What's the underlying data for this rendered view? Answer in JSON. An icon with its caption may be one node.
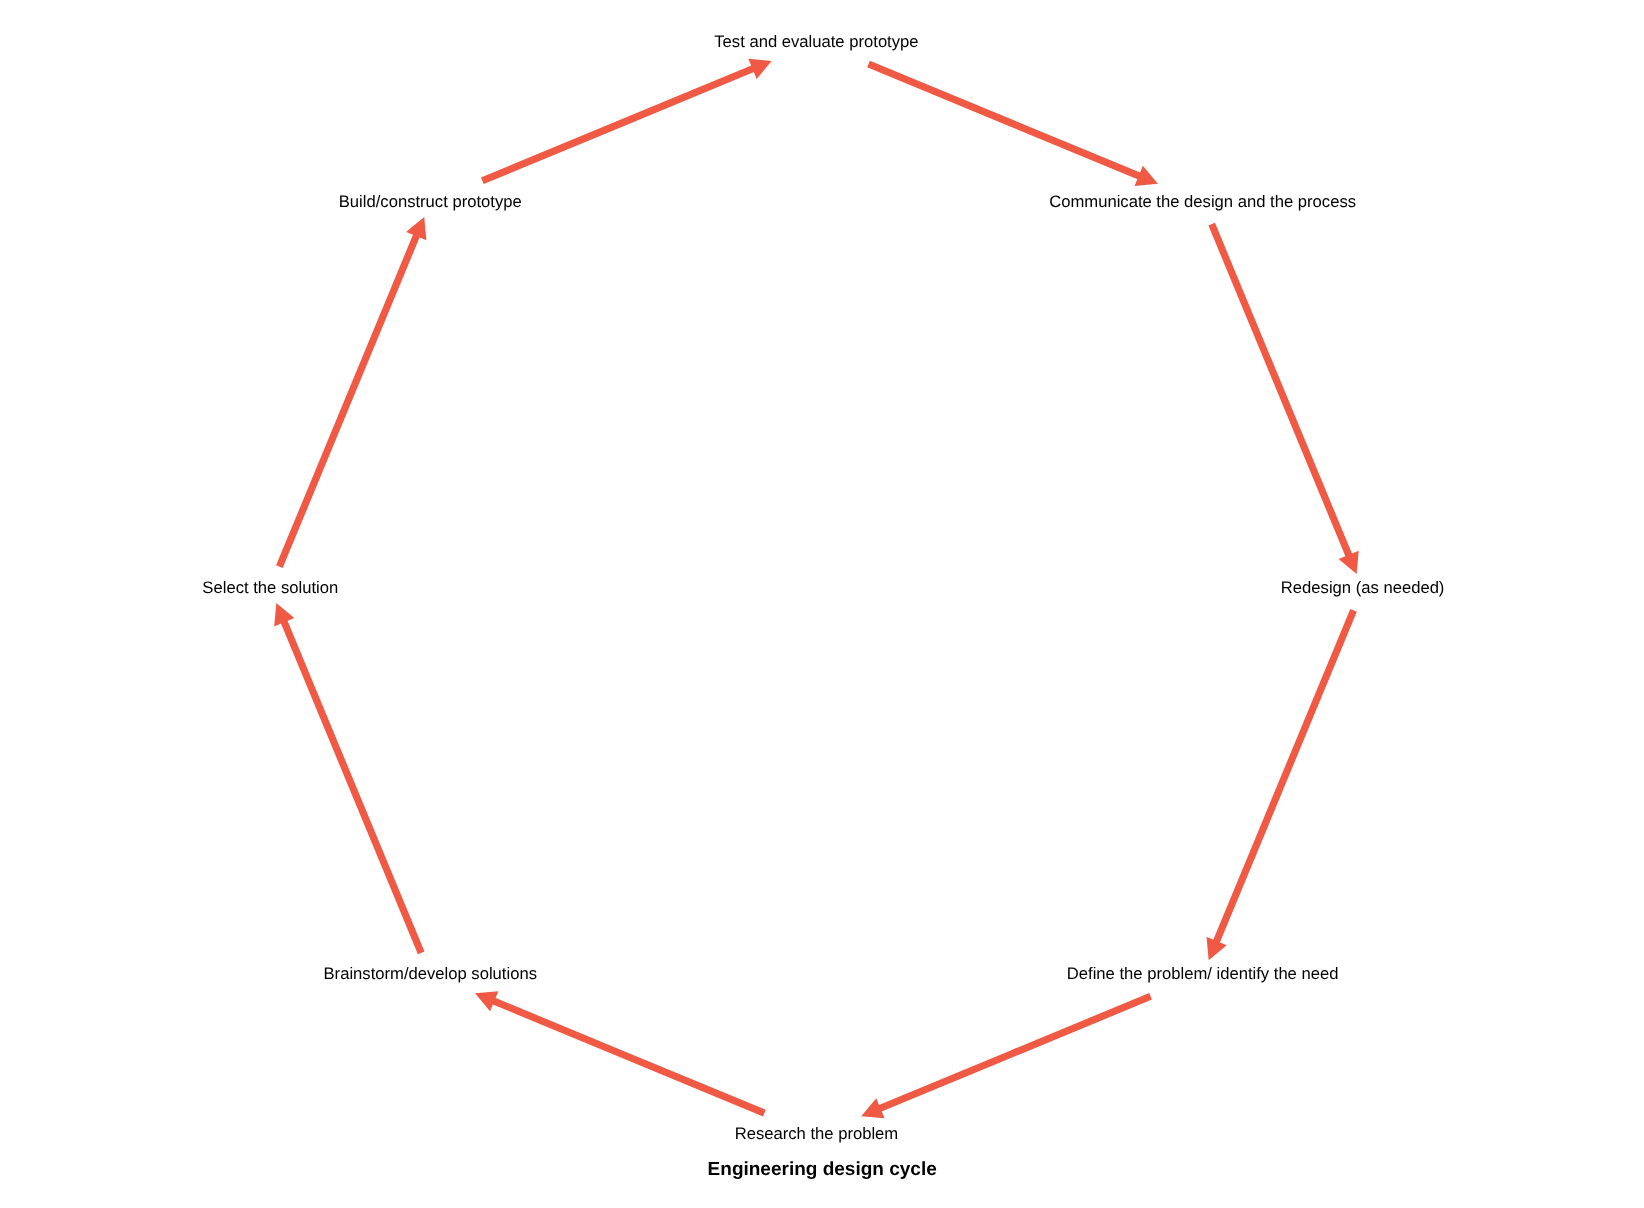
{
  "diagram": {
    "title": "Engineering design cycle",
    "nodes": [
      {
        "text": [
          "Define the problem/ identify the need"
        ]
      },
      {
        "text": [
          "Research the problem"
        ]
      },
      {
        "text": [
          "Brainstorm/develop solutions"
        ]
      },
      {
        "text": [
          "Select the solution"
        ]
      },
      {
        "text": [
          "Build/construct prototype"
        ]
      },
      {
        "text": [
          "Test and evaluate prototype"
        ]
      },
      {
        "text": [
          "Communicate the design and the process"
        ]
      },
      {
        "text": [
          "Redesign (as needed)"
        ]
      }
    ],
    "edges": [
      {
        "from": 0,
        "to": 1,
        "arrow": "to"
      },
      {
        "from": 1,
        "to": 2,
        "arrow": "to"
      },
      {
        "from": 2,
        "to": 3,
        "arrow": "to"
      },
      {
        "from": 3,
        "to": 4,
        "arrow": "to"
      },
      {
        "from": 4,
        "to": 5,
        "arrow": "to"
      },
      {
        "from": 5,
        "to": 6,
        "arrow": "to"
      },
      {
        "from": 6,
        "to": 7,
        "arrow": "to"
      },
      {
        "from": 7,
        "to": 0,
        "arrow": "to"
      }
    ]
  }
}
